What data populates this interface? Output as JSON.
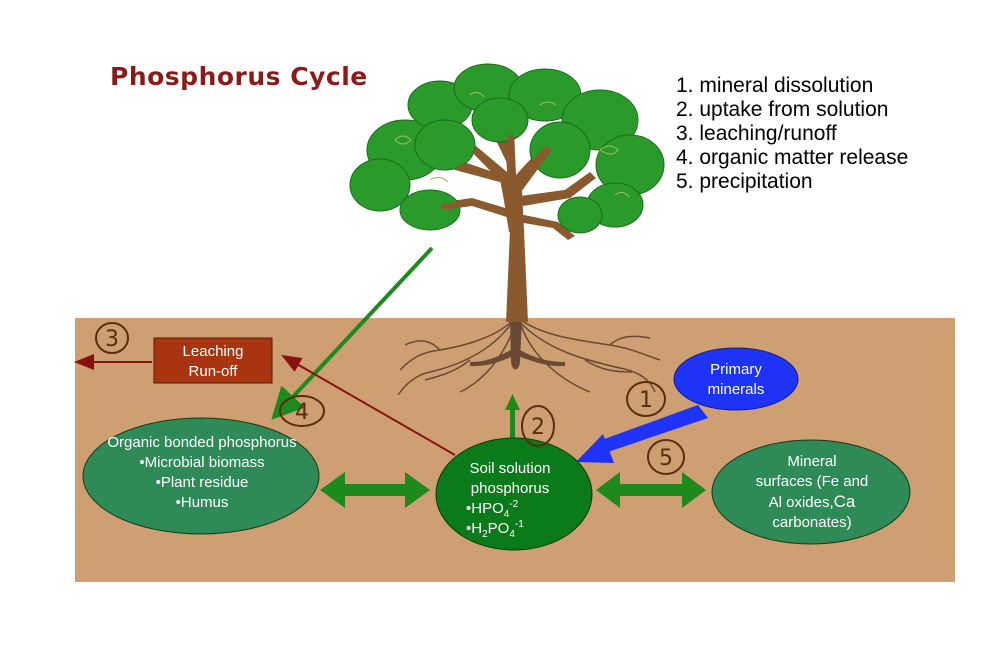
{
  "title": "Phosphorus Cycle",
  "legend": [
    "1. mineral dissolution",
    "2. uptake from solution",
    "3. leaching/runoff",
    "4. organic matter release",
    "5. precipitation"
  ],
  "nodes": {
    "leaching": [
      "Leaching",
      "Run-off"
    ],
    "organic": [
      "Organic bonded phosphorus",
      "•Microbial biomass",
      "•Plant residue",
      "•Humus"
    ],
    "soil_solution": {
      "line1": "Soil solution",
      "line2": "phosphorus",
      "hpo4": {
        "bullet": "•HPO",
        "sub": "4",
        "sup": "-2"
      },
      "h2po4": {
        "bullet": "•H",
        "sub1": "2",
        "mid": "PO",
        "sub2": "4",
        "sup": "-1"
      }
    },
    "primary": [
      "Primary",
      "minerals"
    ],
    "mineral": {
      "line1": "Mineral",
      "line2": "surfaces (Fe and",
      "line3a": "Al oxides,",
      "line3b": "Ca",
      "line4": "carbonates)"
    }
  },
  "step_markers": [
    "1",
    "2",
    "3",
    "4",
    "5"
  ],
  "colors": {
    "soil": "#cd9f72",
    "ellipse_green": "#2e8b57",
    "soil_solution_green": "#0a7a1a",
    "arrow_green": "#1e8a1e",
    "primary_blue": "#1e33f5",
    "leaching_box": "#a8350f",
    "dark_red_arrow": "#8b1010",
    "title": "#8b1a1a",
    "foliage": "#2a9a2a",
    "trunk": "#8a5a2e"
  }
}
